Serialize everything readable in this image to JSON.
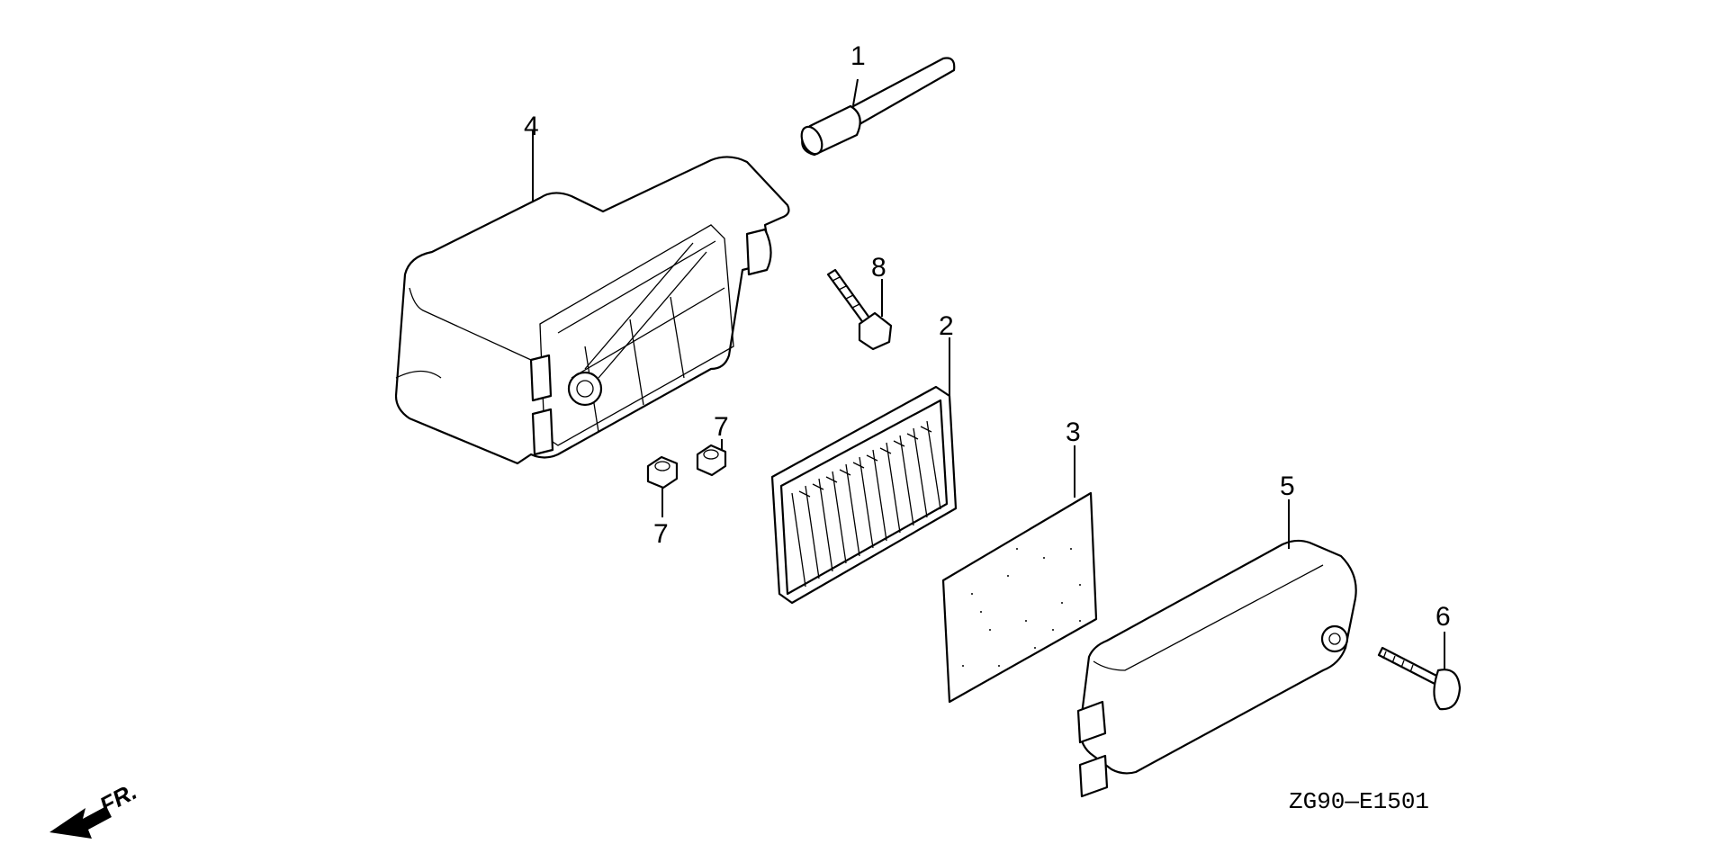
{
  "callouts": [
    {
      "id": "1",
      "text": "1"
    },
    {
      "id": "2",
      "text": "2"
    },
    {
      "id": "3",
      "text": "3"
    },
    {
      "id": "4",
      "text": "4"
    },
    {
      "id": "5",
      "text": "5"
    },
    {
      "id": "6",
      "text": "6"
    },
    {
      "id": "7a",
      "text": "7"
    },
    {
      "id": "7b",
      "text": "7"
    },
    {
      "id": "8",
      "text": "8"
    }
  ],
  "diagram_code": "ZG90—E1501",
  "direction_label": "FR."
}
